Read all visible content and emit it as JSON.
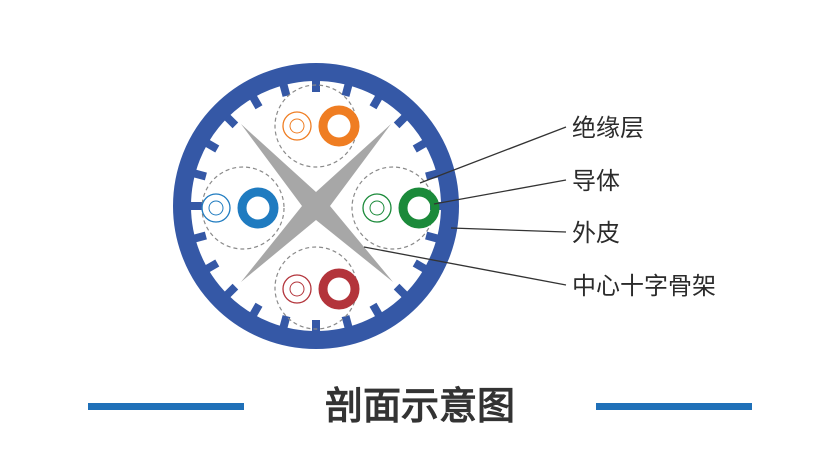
{
  "caption": "剖面示意图",
  "labels": {
    "insulation": "绝缘层",
    "conductor": "导体",
    "jacket": "外皮",
    "cross_filler": "中心十字骨架"
  },
  "colors": {
    "jacket_blue": "#3558a6",
    "pair_orange": "#ef7d22",
    "pair_blue": "#1f7bc0",
    "pair_green": "#1b8a3a",
    "pair_brown": "#b3343b",
    "cross_gray": "#a7a7a7",
    "caption_bar": "#1f70b8"
  }
}
